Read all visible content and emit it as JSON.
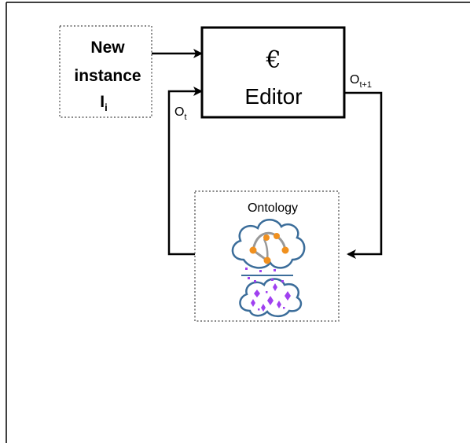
{
  "instance": {
    "line1": "New",
    "line2": "instance",
    "line3_base": "I",
    "line3_sub": "i"
  },
  "editor": {
    "symbol": "€",
    "label": "Editor"
  },
  "edges": {
    "feedback_in": {
      "base": "O",
      "sub": "t"
    },
    "feedback_out": {
      "base": "O",
      "sub": "t+1"
    }
  },
  "ontology": {
    "label": "Ontology",
    "icon": "ontology-cloud-icon"
  },
  "colors": {
    "cloud_stroke": "#3b6d9a",
    "node_orange": "#f0901e",
    "diamond_purple": "#a040f0"
  }
}
